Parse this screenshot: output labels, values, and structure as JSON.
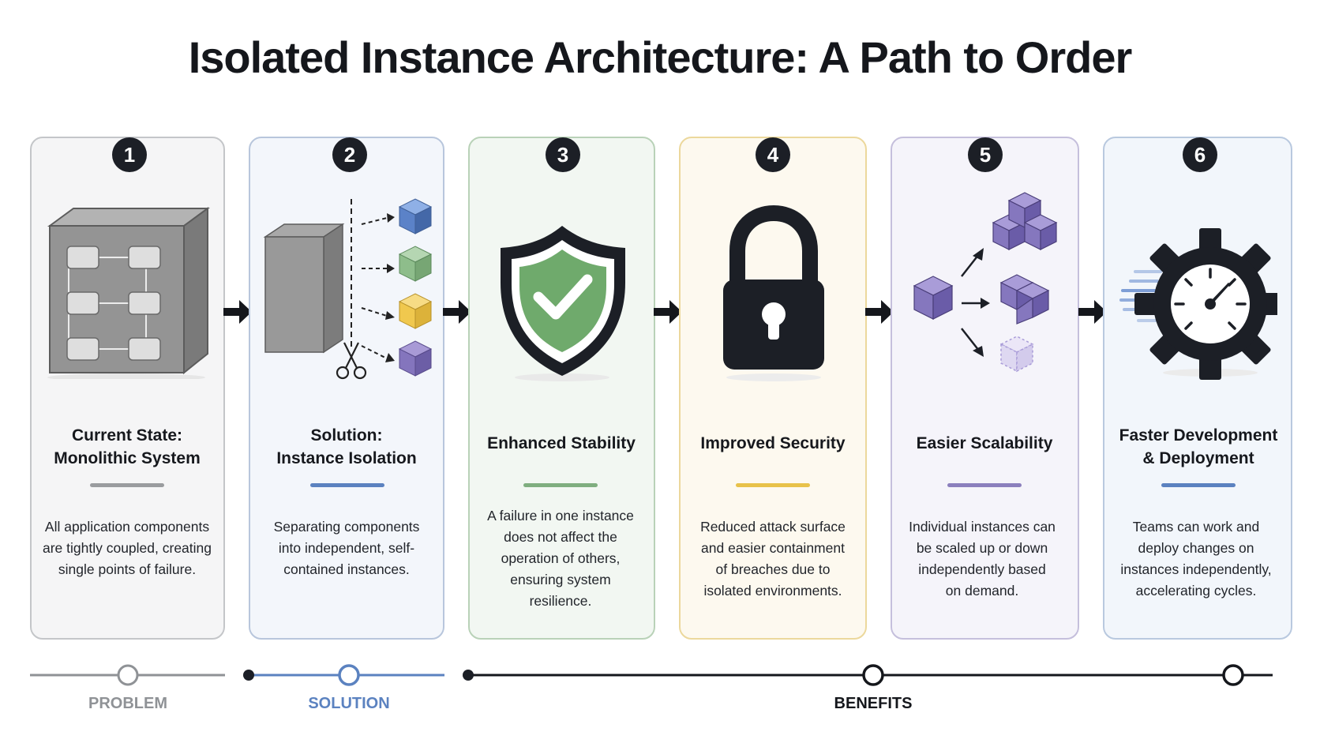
{
  "title": "Isolated Instance Architecture: A Path to Order",
  "colors": {
    "grey": "#8f9296",
    "blue": "#5b82c0",
    "green": "#7fae7f",
    "yellow": "#e8c24a",
    "purple": "#8b7fbd",
    "dark": "#1c1f26"
  },
  "cards": [
    {
      "number": "1",
      "title_lines": [
        "Current State:",
        "Monolithic System"
      ],
      "desc_lines": [
        "All application components",
        "are tightly coupled, creating",
        "single points of failure."
      ],
      "icon": "monolith-cube-icon"
    },
    {
      "number": "2",
      "title_lines": [
        "Solution:",
        "Instance Isolation"
      ],
      "desc_lines": [
        "Separating components",
        "into independent, self-",
        "contained instances."
      ],
      "icon": "scissors-split-icon"
    },
    {
      "number": "3",
      "title_lines": [
        "Enhanced Stability"
      ],
      "desc_lines": [
        "A failure in one instance",
        "does not affect the",
        "operation of others,",
        "ensuring system",
        "resilience."
      ],
      "icon": "shield-check-icon"
    },
    {
      "number": "4",
      "title_lines": [
        "Improved Security"
      ],
      "desc_lines": [
        "Reduced attack surface",
        "and easier containment",
        "of breaches due to",
        "isolated environments."
      ],
      "icon": "padlock-icon"
    },
    {
      "number": "5",
      "title_lines": [
        "Easier Scalability"
      ],
      "desc_lines": [
        "Individual instances can",
        "be scaled up or down",
        "independently based",
        "on demand."
      ],
      "icon": "scaling-cubes-icon"
    },
    {
      "number": "6",
      "title_lines": [
        "Faster Development",
        "& Deployment"
      ],
      "desc_lines": [
        "Teams can work and",
        "deploy changes on",
        "instances independently,",
        "accelerating cycles."
      ],
      "icon": "speed-gear-icon"
    }
  ],
  "phases": {
    "problem": "PROBLEM",
    "solution": "SOLUTION",
    "benefits": "BENEFITS"
  }
}
